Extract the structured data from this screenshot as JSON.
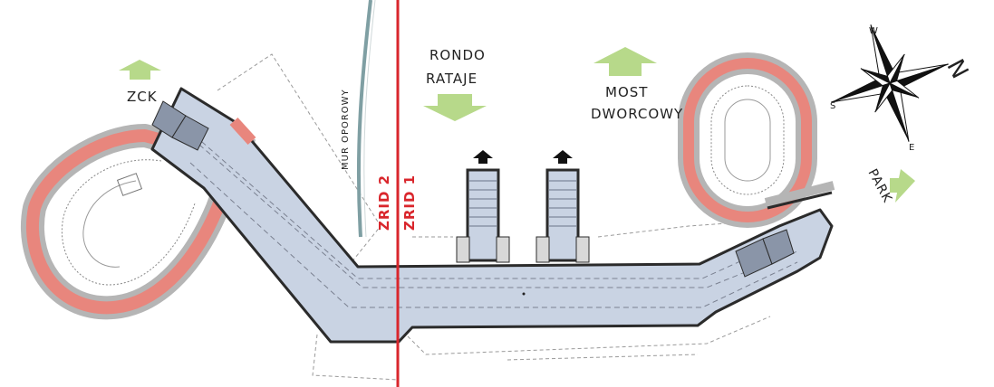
{
  "labels": {
    "zck": "ZCK",
    "rondo_line1": "RONDO",
    "rondo_line2": "RATAJE",
    "most_line1": "MOST",
    "most_line2": "DWORCOWY",
    "park": "PARK",
    "mur": "MUR OPOROWY",
    "zrid1": "ZRID 1",
    "zrid2": "ZRID 2"
  },
  "compass": {
    "n": "N",
    "s": "S",
    "e": "E",
    "w": "W"
  },
  "colors": {
    "tunnel_fill": "#c9d3e3",
    "outline": "#2b2b2b",
    "ramp_red": "#e8867d",
    "ramp_gray": "#b5b5b5",
    "arrow_green": "#b7d98a",
    "zrid_line": "#d9262c",
    "wall_teal": "#7f9fa3"
  }
}
